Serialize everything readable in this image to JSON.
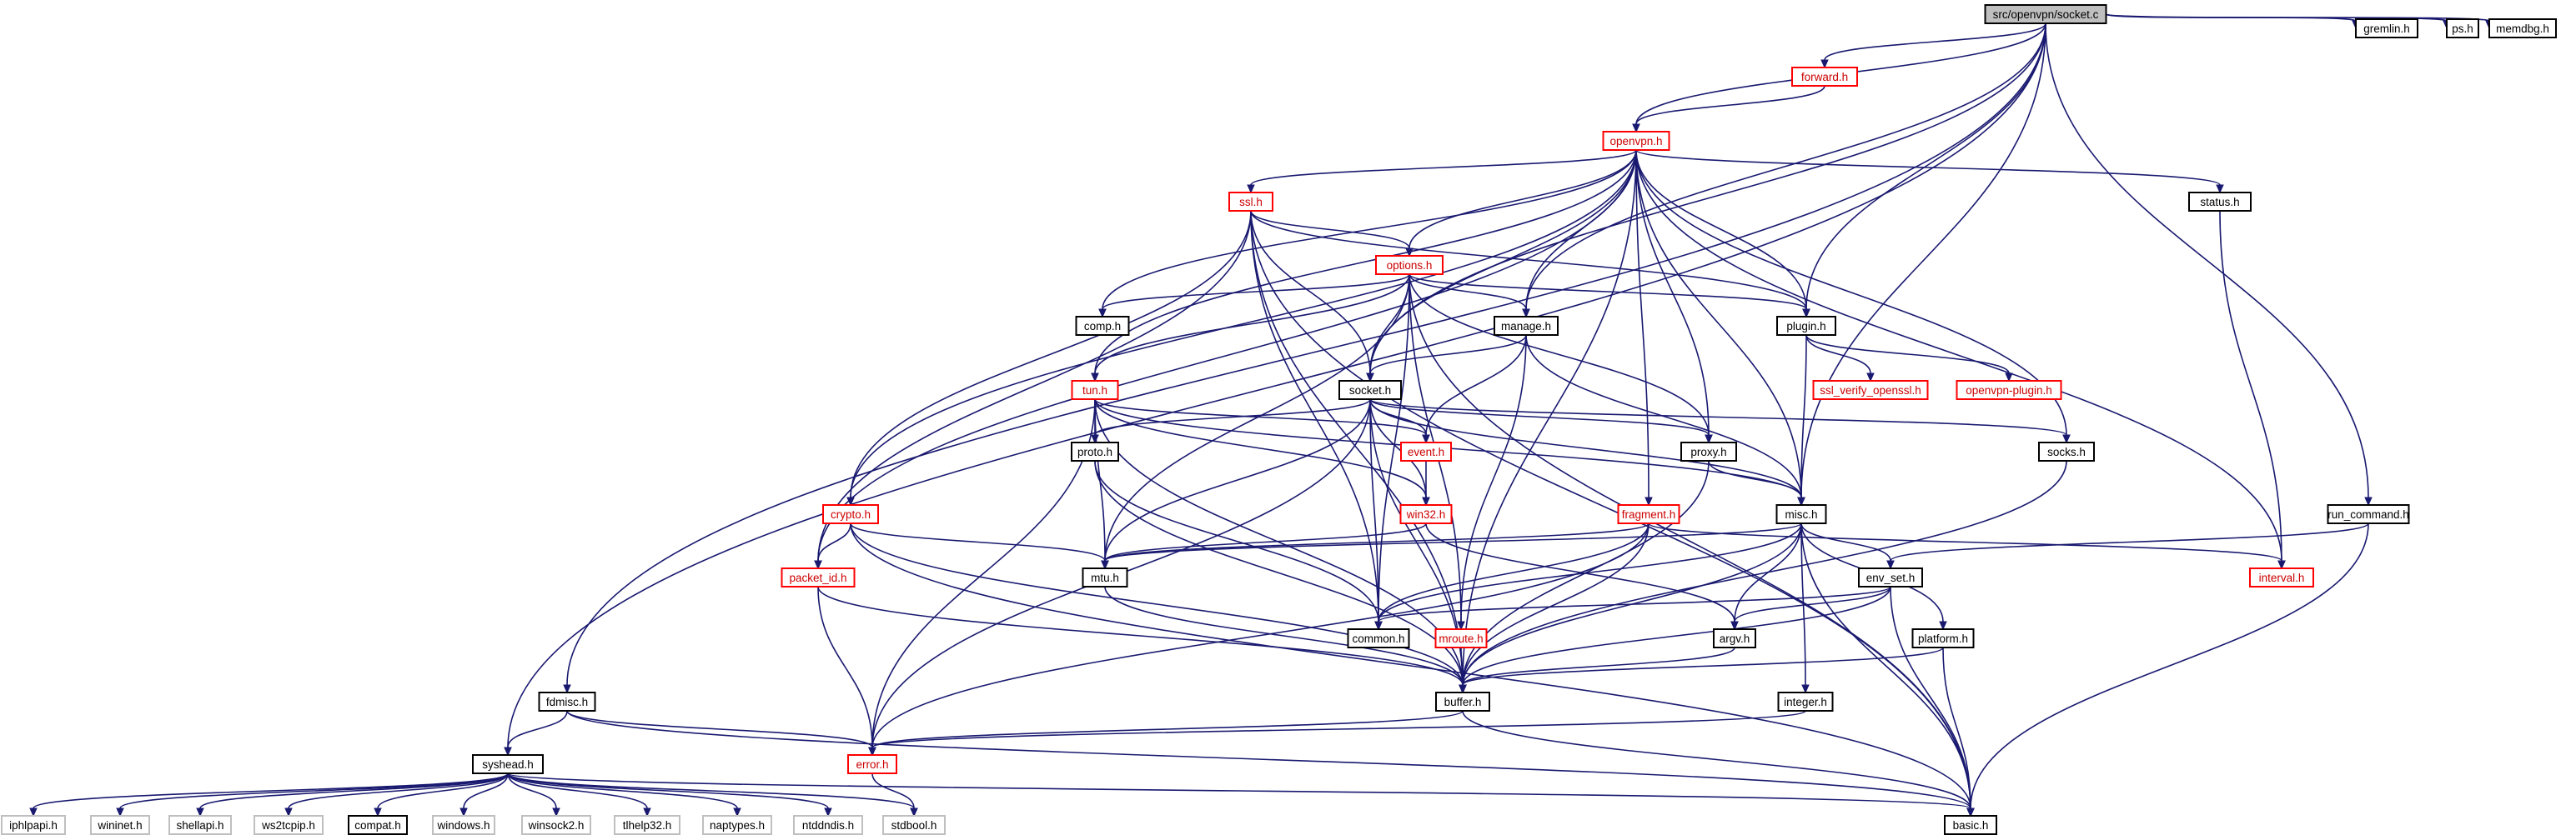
{
  "page": {
    "title": "src/openvpn/socket.c include dependency graph"
  },
  "graph": {
    "nodes": [
      {
        "id": "socket_c",
        "label": "src/openvpn/socket.c",
        "style": "root"
      },
      {
        "id": "forward_h",
        "label": "forward.h",
        "style": "red"
      },
      {
        "id": "gremlin_h",
        "label": "gremlin.h",
        "style": "black"
      },
      {
        "id": "ps_h",
        "label": "ps.h",
        "style": "black"
      },
      {
        "id": "memdbg_h",
        "label": "memdbg.h",
        "style": "black"
      },
      {
        "id": "openvpn_h",
        "label": "openvpn.h",
        "style": "red"
      },
      {
        "id": "ssl_h",
        "label": "ssl.h",
        "style": "red"
      },
      {
        "id": "status_h",
        "label": "status.h",
        "style": "black"
      },
      {
        "id": "options_h",
        "label": "options.h",
        "style": "red"
      },
      {
        "id": "comp_h",
        "label": "comp.h",
        "style": "black"
      },
      {
        "id": "manage_h",
        "label": "manage.h",
        "style": "black"
      },
      {
        "id": "plugin_h",
        "label": "plugin.h",
        "style": "black"
      },
      {
        "id": "ssl_verify_openssl_h",
        "label": "ssl_verify_openssl.h",
        "style": "red"
      },
      {
        "id": "openvpn_plugin_h",
        "label": "openvpn-plugin.h",
        "style": "red"
      },
      {
        "id": "tun_h",
        "label": "tun.h",
        "style": "red"
      },
      {
        "id": "socket_h",
        "label": "socket.h",
        "style": "black"
      },
      {
        "id": "proto_h",
        "label": "proto.h",
        "style": "black"
      },
      {
        "id": "event_h",
        "label": "event.h",
        "style": "red"
      },
      {
        "id": "proxy_h",
        "label": "proxy.h",
        "style": "black"
      },
      {
        "id": "socks_h",
        "label": "socks.h",
        "style": "black"
      },
      {
        "id": "crypto_h",
        "label": "crypto.h",
        "style": "red"
      },
      {
        "id": "win32_h",
        "label": "win32.h",
        "style": "red"
      },
      {
        "id": "fragment_h",
        "label": "fragment.h",
        "style": "red"
      },
      {
        "id": "misc_h",
        "label": "misc.h",
        "style": "black"
      },
      {
        "id": "run_command_h",
        "label": "run_command.h",
        "style": "black"
      },
      {
        "id": "packet_id_h",
        "label": "packet_id.h",
        "style": "red"
      },
      {
        "id": "mtu_h",
        "label": "mtu.h",
        "style": "black"
      },
      {
        "id": "env_set_h",
        "label": "env_set.h",
        "style": "black"
      },
      {
        "id": "interval_h",
        "label": "interval.h",
        "style": "red"
      },
      {
        "id": "common_h",
        "label": "common.h",
        "style": "black"
      },
      {
        "id": "mroute_h",
        "label": "mroute.h",
        "style": "red"
      },
      {
        "id": "argv_h",
        "label": "argv.h",
        "style": "black"
      },
      {
        "id": "platform_h",
        "label": "platform.h",
        "style": "black"
      },
      {
        "id": "fdmisc_h",
        "label": "fdmisc.h",
        "style": "black"
      },
      {
        "id": "buffer_h",
        "label": "buffer.h",
        "style": "black"
      },
      {
        "id": "integer_h",
        "label": "integer.h",
        "style": "black"
      },
      {
        "id": "syshead_h",
        "label": "syshead.h",
        "style": "black"
      },
      {
        "id": "error_h",
        "label": "error.h",
        "style": "red"
      },
      {
        "id": "iphlpapi_h",
        "label": "iphlpapi.h",
        "style": "gray"
      },
      {
        "id": "wininet_h",
        "label": "wininet.h",
        "style": "gray"
      },
      {
        "id": "shellapi_h",
        "label": "shellapi.h",
        "style": "gray"
      },
      {
        "id": "ws2tcpip_h",
        "label": "ws2tcpip.h",
        "style": "gray"
      },
      {
        "id": "compat_h",
        "label": "compat.h",
        "style": "black"
      },
      {
        "id": "windows_h",
        "label": "windows.h",
        "style": "gray"
      },
      {
        "id": "winsock2_h",
        "label": "winsock2.h",
        "style": "gray"
      },
      {
        "id": "tlhelp32_h",
        "label": "tlhelp32.h",
        "style": "gray"
      },
      {
        "id": "naptypes_h",
        "label": "naptypes.h",
        "style": "gray"
      },
      {
        "id": "ntddndis_h",
        "label": "ntddndis.h",
        "style": "gray"
      },
      {
        "id": "stdbool_h",
        "label": "stdbool.h",
        "style": "gray"
      },
      {
        "id": "basic_h",
        "label": "basic.h",
        "style": "black"
      }
    ],
    "edges": [
      [
        "socket_c",
        "syshead_h"
      ],
      [
        "socket_c",
        "fdmisc_h"
      ],
      [
        "socket_c",
        "socket_h"
      ],
      [
        "socket_c",
        "manage_h"
      ],
      [
        "socket_c",
        "openvpn_h"
      ],
      [
        "socket_c",
        "forward_h"
      ],
      [
        "socket_c",
        "plugin_h"
      ],
      [
        "socket_c",
        "misc_h"
      ],
      [
        "socket_c",
        "run_command_h"
      ],
      [
        "socket_c",
        "gremlin_h"
      ],
      [
        "socket_c",
        "ps_h"
      ],
      [
        "socket_c",
        "memdbg_h"
      ],
      [
        "forward_h",
        "openvpn_h"
      ],
      [
        "openvpn_h",
        "ssl_h"
      ],
      [
        "openvpn_h",
        "options_h"
      ],
      [
        "openvpn_h",
        "comp_h"
      ],
      [
        "openvpn_h",
        "manage_h"
      ],
      [
        "openvpn_h",
        "plugin_h"
      ],
      [
        "openvpn_h",
        "socket_h"
      ],
      [
        "openvpn_h",
        "tun_h"
      ],
      [
        "openvpn_h",
        "crypto_h"
      ],
      [
        "openvpn_h",
        "packet_id_h"
      ],
      [
        "openvpn_h",
        "fragment_h"
      ],
      [
        "openvpn_h",
        "proxy_h"
      ],
      [
        "openvpn_h",
        "socks_h"
      ],
      [
        "openvpn_h",
        "misc_h"
      ],
      [
        "openvpn_h",
        "status_h"
      ],
      [
        "openvpn_h",
        "interval_h"
      ],
      [
        "openvpn_h",
        "buffer_h"
      ],
      [
        "ssl_h",
        "options_h"
      ],
      [
        "ssl_h",
        "plugin_h"
      ],
      [
        "ssl_h",
        "socket_h"
      ],
      [
        "ssl_h",
        "crypto_h"
      ],
      [
        "ssl_h",
        "packet_id_h"
      ],
      [
        "ssl_h",
        "common_h"
      ],
      [
        "ssl_h",
        "basic_h"
      ],
      [
        "ssl_h",
        "buffer_h"
      ],
      [
        "status_h",
        "interval_h"
      ],
      [
        "options_h",
        "comp_h"
      ],
      [
        "options_h",
        "manage_h"
      ],
      [
        "options_h",
        "plugin_h"
      ],
      [
        "options_h",
        "socket_h"
      ],
      [
        "options_h",
        "tun_h"
      ],
      [
        "options_h",
        "proxy_h"
      ],
      [
        "options_h",
        "mtu_h"
      ],
      [
        "options_h",
        "common_h"
      ],
      [
        "options_h",
        "mroute_h"
      ],
      [
        "options_h",
        "basic_h"
      ],
      [
        "manage_h",
        "socket_h"
      ],
      [
        "manage_h",
        "event_h"
      ],
      [
        "manage_h",
        "misc_h"
      ],
      [
        "manage_h",
        "mroute_h"
      ],
      [
        "plugin_h",
        "ssl_verify_openssl_h"
      ],
      [
        "plugin_h",
        "openvpn_plugin_h"
      ],
      [
        "plugin_h",
        "misc_h"
      ],
      [
        "tun_h",
        "proto_h"
      ],
      [
        "tun_h",
        "event_h"
      ],
      [
        "tun_h",
        "win32_h"
      ],
      [
        "tun_h",
        "misc_h"
      ],
      [
        "tun_h",
        "mtu_h"
      ],
      [
        "tun_h",
        "error_h"
      ],
      [
        "tun_h",
        "buffer_h"
      ],
      [
        "socket_h",
        "proto_h"
      ],
      [
        "socket_h",
        "event_h"
      ],
      [
        "socket_h",
        "proxy_h"
      ],
      [
        "socket_h",
        "socks_h"
      ],
      [
        "socket_h",
        "misc_h"
      ],
      [
        "socket_h",
        "win32_h"
      ],
      [
        "socket_h",
        "mtu_h"
      ],
      [
        "socket_h",
        "common_h"
      ],
      [
        "socket_h",
        "buffer_h"
      ],
      [
        "socket_h",
        "error_h"
      ],
      [
        "proto_h",
        "common_h"
      ],
      [
        "proto_h",
        "buffer_h"
      ],
      [
        "event_h",
        "win32_h"
      ],
      [
        "proxy_h",
        "misc_h"
      ],
      [
        "proxy_h",
        "buffer_h"
      ],
      [
        "socks_h",
        "buffer_h"
      ],
      [
        "crypto_h",
        "packet_id_h"
      ],
      [
        "crypto_h",
        "mtu_h"
      ],
      [
        "crypto_h",
        "buffer_h"
      ],
      [
        "crypto_h",
        "basic_h"
      ],
      [
        "win32_h",
        "mtu_h"
      ],
      [
        "win32_h",
        "argv_h"
      ],
      [
        "fragment_h",
        "mtu_h"
      ],
      [
        "fragment_h",
        "common_h"
      ],
      [
        "fragment_h",
        "buffer_h"
      ],
      [
        "fragment_h",
        "error_h"
      ],
      [
        "fragment_h",
        "interval_h"
      ],
      [
        "misc_h",
        "env_set_h"
      ],
      [
        "misc_h",
        "argv_h"
      ],
      [
        "misc_h",
        "platform_h"
      ],
      [
        "misc_h",
        "integer_h"
      ],
      [
        "misc_h",
        "common_h"
      ],
      [
        "misc_h",
        "buffer_h"
      ],
      [
        "misc_h",
        "basic_h"
      ],
      [
        "misc_h",
        "mtu_h"
      ],
      [
        "run_command_h",
        "env_set_h"
      ],
      [
        "run_command_h",
        "basic_h"
      ],
      [
        "packet_id_h",
        "error_h"
      ],
      [
        "packet_id_h",
        "buffer_h"
      ],
      [
        "mtu_h",
        "buffer_h"
      ],
      [
        "env_set_h",
        "argv_h"
      ],
      [
        "env_set_h",
        "common_h"
      ],
      [
        "env_set_h",
        "buffer_h"
      ],
      [
        "env_set_h",
        "basic_h"
      ],
      [
        "mroute_h",
        "buffer_h"
      ],
      [
        "argv_h",
        "buffer_h"
      ],
      [
        "platform_h",
        "buffer_h"
      ],
      [
        "platform_h",
        "basic_h"
      ],
      [
        "fdmisc_h",
        "syshead_h"
      ],
      [
        "fdmisc_h",
        "error_h"
      ],
      [
        "fdmisc_h",
        "basic_h"
      ],
      [
        "buffer_h",
        "error_h"
      ],
      [
        "buffer_h",
        "basic_h"
      ],
      [
        "integer_h",
        "error_h"
      ],
      [
        "error_h",
        "stdbool_h"
      ],
      [
        "syshead_h",
        "iphlpapi_h"
      ],
      [
        "syshead_h",
        "wininet_h"
      ],
      [
        "syshead_h",
        "shellapi_h"
      ],
      [
        "syshead_h",
        "ws2tcpip_h"
      ],
      [
        "syshead_h",
        "compat_h"
      ],
      [
        "syshead_h",
        "windows_h"
      ],
      [
        "syshead_h",
        "winsock2_h"
      ],
      [
        "syshead_h",
        "tlhelp32_h"
      ],
      [
        "syshead_h",
        "naptypes_h"
      ],
      [
        "syshead_h",
        "ntddndis_h"
      ],
      [
        "syshead_h",
        "stdbool_h"
      ],
      [
        "syshead_h",
        "basic_h"
      ]
    ]
  }
}
